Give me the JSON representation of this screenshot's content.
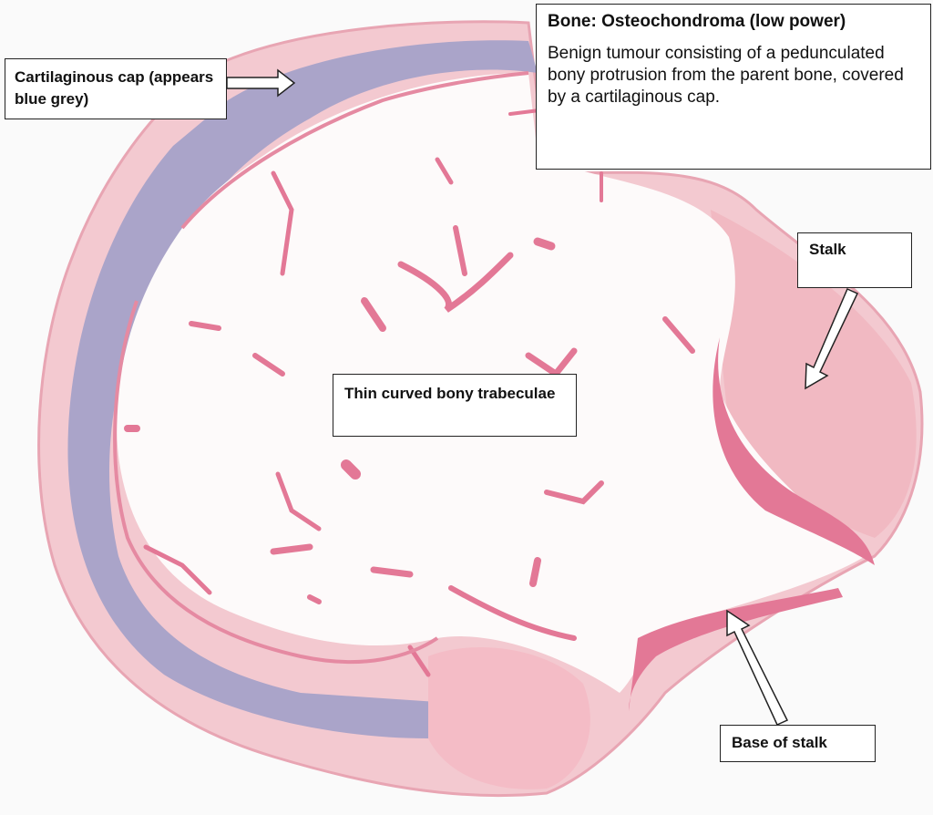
{
  "title": "Bone: Osteochondroma (low power)",
  "description": "Benign tumour consisting of a pedunculated bony protrusion from the parent bone,  covered by a cartilaginous cap.",
  "labels": {
    "cartilaginous_cap": "Cartilaginous cap (appears blue grey)",
    "stalk": "Stalk",
    "trabeculae": "Thin curved bony trabeculae",
    "base_of_stalk": "Base of stalk"
  },
  "colors": {
    "background": "#fafafa",
    "cartilage": "#a9a3c8",
    "bone": "#e37896",
    "soft_tissue": "#f2c3cc",
    "marrow": "#fdfbfb"
  }
}
